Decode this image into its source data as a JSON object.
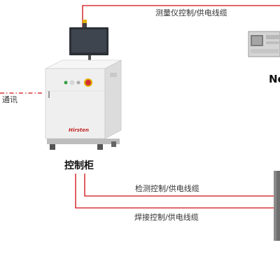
{
  "title": "控制柜",
  "device_right_label": "Ne",
  "links": {
    "top": "测量仪控制/供电线缆",
    "left": "通讯",
    "middle": "检测控制/供电线缆",
    "bottom": "焊接控制/供电线缆"
  },
  "cabinet_logo": "Hirsten",
  "colors": {
    "line_red": "#d9363a",
    "cabinet_body": "#eeeeee",
    "device_gray": "#8a8a8a"
  }
}
